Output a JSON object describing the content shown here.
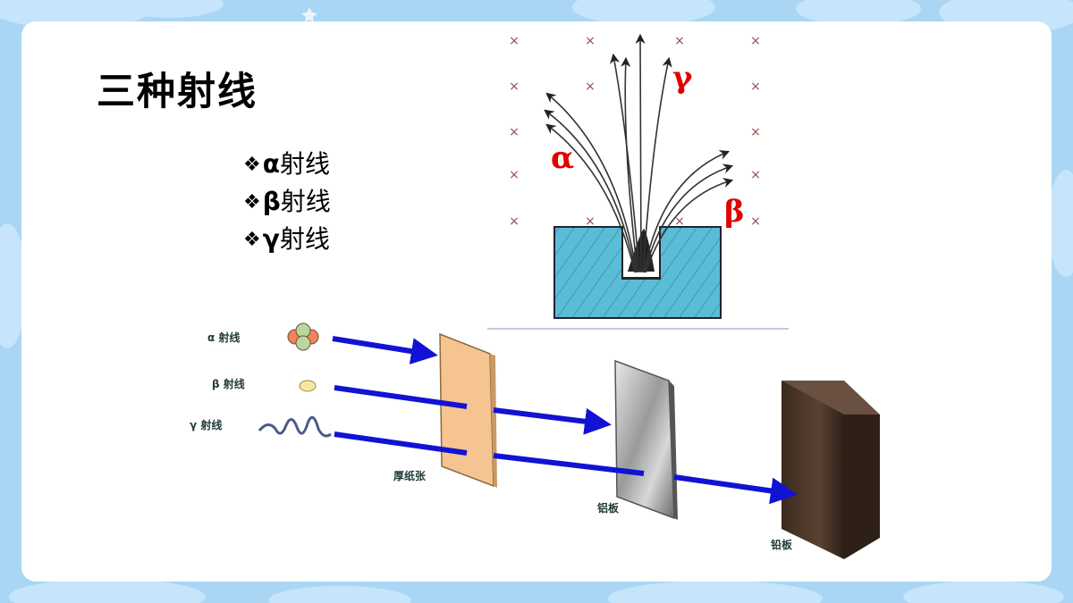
{
  "slide": {
    "title": "三种射线",
    "bullets": [
      {
        "mark": "❖",
        "symbol": "α",
        "text": "射线"
      },
      {
        "mark": "❖",
        "symbol": "β",
        "text": "射线"
      },
      {
        "mark": "❖",
        "symbol": "γ",
        "text": "射线"
      }
    ]
  },
  "field_diagram": {
    "labels": {
      "gamma": "γ",
      "alpha": "α",
      "beta": "β"
    },
    "field_mark": "×",
    "colors": {
      "label": "#e00000",
      "block": "#5bbcd6",
      "field_mark": "#9a4a4a"
    }
  },
  "penetration_diagram": {
    "sources": {
      "alpha": "α 射线",
      "beta": "β 射线",
      "gamma": "γ 射线"
    },
    "barriers": {
      "paper": "厚纸张",
      "foil": "铝板",
      "lead": "铅板"
    },
    "colors": {
      "arrow": "#1212d4",
      "paper": "#f5c490",
      "lead": "#4a3426"
    }
  }
}
